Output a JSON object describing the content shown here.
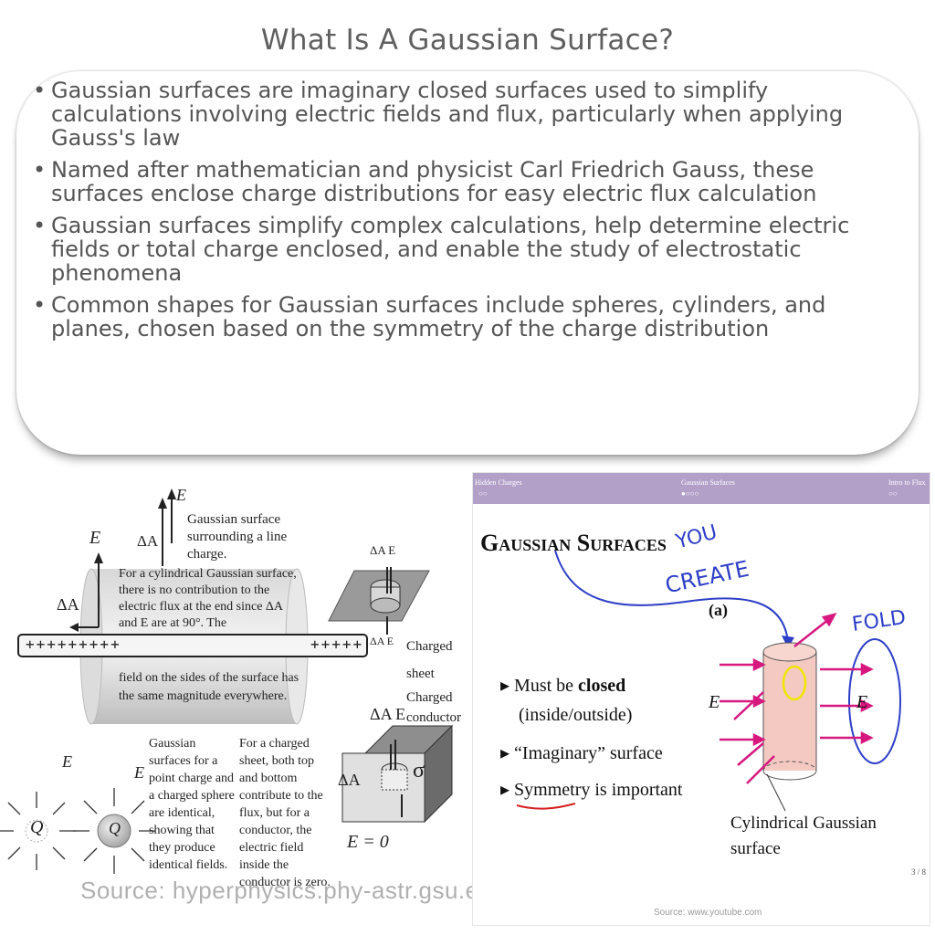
{
  "title": "What Is A Gaussian Surface?",
  "bullets": [
    "Gaussian surfaces are imaginary closed surfaces used to simplify calculations involving electric fields and flux, particularly when applying Gauss's law",
    "Named after mathematician and physicist Carl Friedrich Gauss, these surfaces enclose charge distributions for easy electric flux calculation",
    "Gaussian surfaces simplify complex calculations, help determine electric fields or total charge enclosed, and enable the study of electrostatic phenomena",
    "Common shapes for Gaussian surfaces include spheres, cylinders, and planes, chosen based on the symmetry of the charge distribution"
  ],
  "left_figure": {
    "label_surround": "Gaussian surface surrounding a line charge.",
    "label_E": "E",
    "label_dA": "ΔA",
    "label_dA_E": "ΔA E",
    "cyl_text_top": "For a cylindrical Gaussian surface, there is no contribution to the electric flux at the end since ΔA and E are at 90°. The",
    "line_charge": "+++++++++",
    "line_charge_right": "+++++",
    "cyl_text_bottom": "field on the sides of the surface has the same magnitude everywhere.",
    "charged_sheet": "Charged sheet",
    "charged_conductor": "Charged conductor",
    "point_charge_text": "Gaussian surfaces for a point charge and a charged sphere are identical, showing that they produce identical fields.",
    "sheet_text": "For a charged sheet, both top and bottom contribute to the flux, but for a conductor, the electric field inside the conductor is zero.",
    "Q": "Q",
    "sigma": "σ",
    "E_zero": "E = 0",
    "source": "Source: hyperphysics.phy-astr.gsu.edu"
  },
  "right_figure": {
    "bar_left": "Hidden Charges",
    "bar_center": "Gaussian Surfaces",
    "bar_right": "Intro to Flux",
    "bar_dots_left": "○○",
    "bar_dots_center": "●○○○",
    "bar_dots_right": "○○",
    "heading": "Gaussian Surfaces",
    "handwriting_1": "YOU",
    "handwriting_2": "CREATE",
    "handwriting_3": "FOLD",
    "panel_label": "(a)",
    "points": [
      {
        "pre": "Must be ",
        "bold": "closed"
      },
      {
        "pre": "(inside/outside)",
        "bold": ""
      },
      {
        "pre": "“Imaginary” surface",
        "bold": ""
      },
      {
        "pre": "Symmetry is important",
        "bold": ""
      }
    ],
    "E_vec": "E",
    "cyl_label": "Cylindrical Gaussian surface",
    "page_num": "3 / 8",
    "source": "Source: www.youtube.com",
    "colors": {
      "bar": "#b3a0c9",
      "arrows": "#d6187f",
      "ink": "#2d3ec7",
      "highlight": "#f2e600"
    }
  }
}
